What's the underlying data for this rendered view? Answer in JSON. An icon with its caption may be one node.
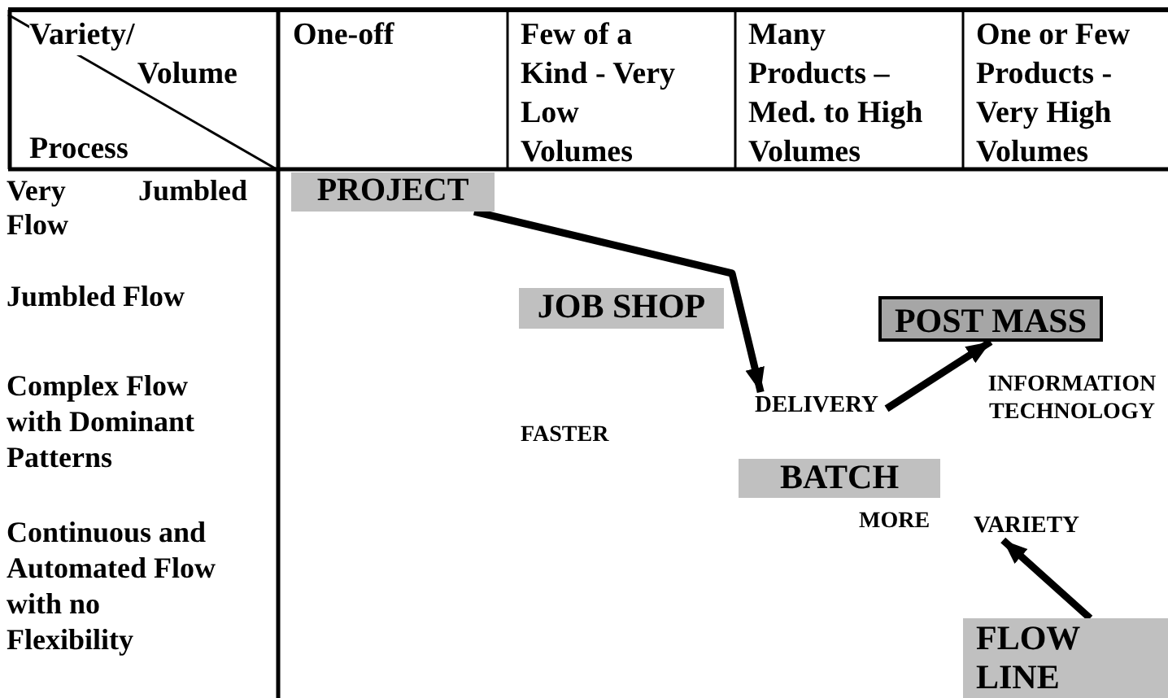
{
  "diagram": {
    "nodes": [
      {
        "text": [
          "PROJECT"
        ]
      },
      {
        "text": [
          "JOB SHOP"
        ]
      },
      {
        "text": [
          "POST MASS"
        ]
      },
      {
        "text": [
          "DELIVERY"
        ]
      },
      {
        "text": [
          "BATCH"
        ]
      },
      {
        "text": [
          "VARIETY"
        ]
      },
      {
        "text": [
          "FLOW LINE"
        ]
      }
    ],
    "edges": [
      {
        "from": 0,
        "to": 3,
        "arrow": "to"
      },
      {
        "from": 3,
        "to": 2,
        "arrow": "to"
      },
      {
        "from": 6,
        "to": 5,
        "arrow": "to"
      }
    ],
    "labels": [
      "Variety/",
      "Volume",
      "Process",
      "One-off",
      "Few of a Kind - Very Low Volumes",
      "Many Products – Med. to High Volumes",
      "One or Few Products - Very High Volumes",
      "Very Jumbled Flow",
      "Jumbled Flow",
      "Complex Flow with Dominant Patterns",
      "Continuous and Automated Flow with no Flexibility",
      "INFORMATION TECHNOLOGY",
      "FASTER",
      "MORE"
    ]
  }
}
